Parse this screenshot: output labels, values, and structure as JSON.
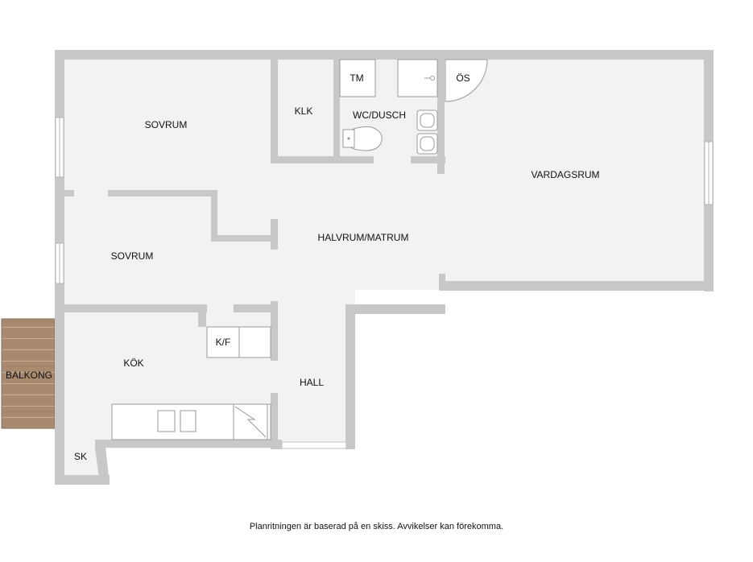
{
  "floorplan": {
    "rooms": {
      "sovrum_1": "SOVRUM",
      "klk": "KLK",
      "tm": "TM",
      "wc_dusch": "WC/DUSCH",
      "os": "ÖS",
      "vardagsrum": "VARDAGSRUM",
      "sovrum_2": "SOVRUM",
      "halvrum_matrum": "HALVRUM/MATRUM",
      "kf": "K/F",
      "balkong": "BALKONG",
      "kok": "KÖK",
      "hall": "HALL",
      "sk": "SK"
    },
    "colors": {
      "wall": "#c8c8c8",
      "floor": "#f2f2f2",
      "balcony_wood": "#a88a6e"
    }
  },
  "footer": {
    "disclaimer": "Planritningen är baserad på en skiss. Avvikelser kan förekomma."
  }
}
